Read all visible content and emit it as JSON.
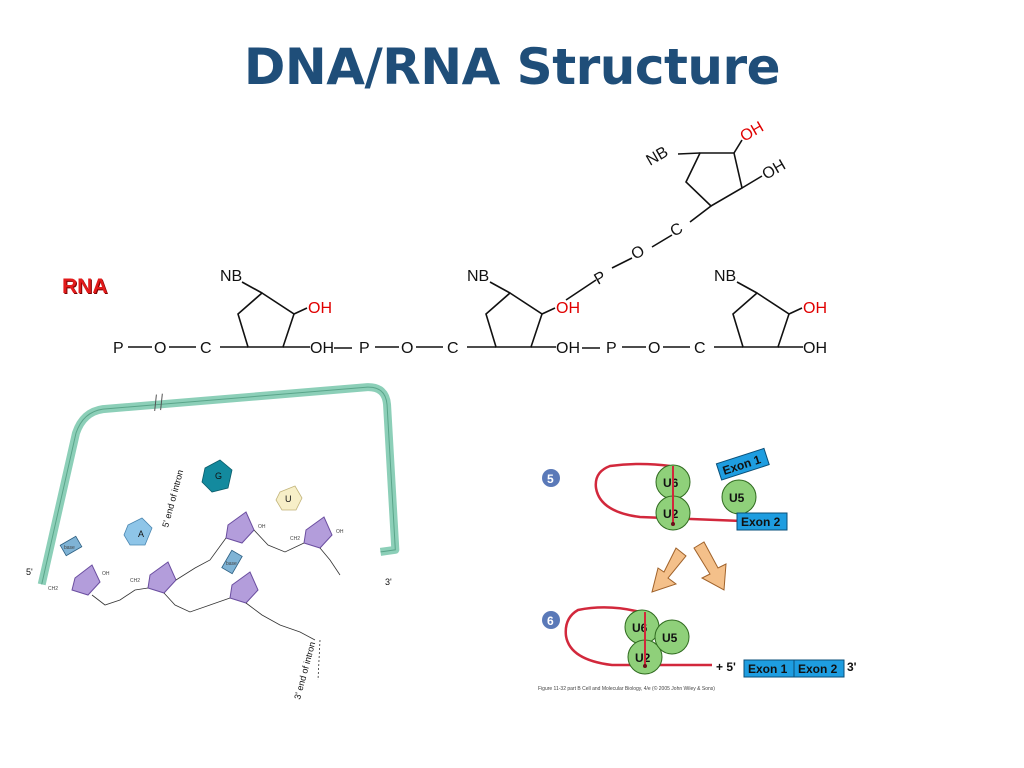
{
  "title": "DNA/RNA Structure",
  "rna_label": "RNA",
  "chem": {
    "nb": "NB",
    "oh": "OH",
    "p": "P",
    "o": "O",
    "c": "C"
  },
  "intron_diagram": {
    "bases": [
      "base",
      "A",
      "G",
      "U",
      "base"
    ],
    "five_end": "5'",
    "three_end": "3'",
    "five_end_intron": "5' end of intron",
    "three_end_intron": "3' end of intron",
    "oh": "OH",
    "ch2": "CH2"
  },
  "splicing": {
    "step5": "5",
    "step6": "6",
    "u6": "U6",
    "u2": "U2",
    "u5": "U5",
    "exon1": "Exon 1",
    "exon2": "Exon 2",
    "plus5": "+ 5'",
    "three_prime": "3'",
    "caption": "Figure 11-32 part B  Cell and Molecular Biology, 4/e (© 2005 John Wiley & Sons)"
  },
  "colors": {
    "title": "#1f4e79",
    "rna_red": "#e21b1b",
    "oh_red": "#e00000",
    "snrnp_green": "#8fd07a",
    "exon_blue": "#1e9de0",
    "rna_line": "#d2283c",
    "arrow_fill": "#f4c08a",
    "backbone_teal": "#8ccfb8",
    "sugar_purple": "#b39ddb"
  }
}
